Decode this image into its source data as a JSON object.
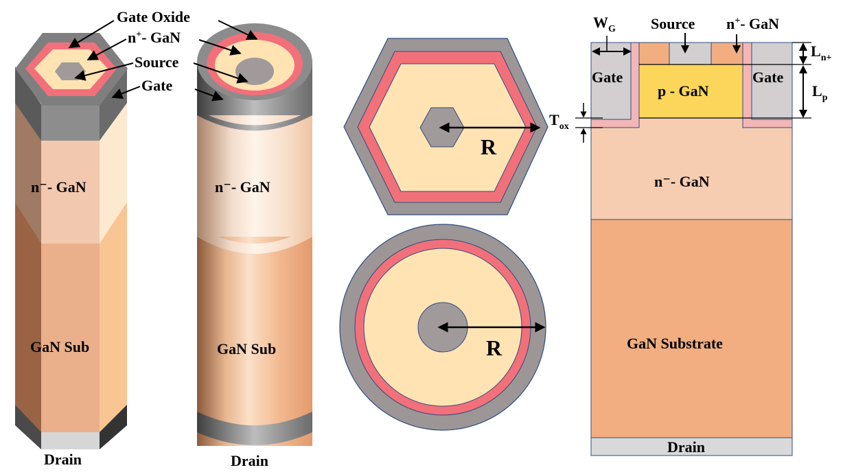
{
  "labels": {
    "gate_oxide": "Gate Oxide",
    "n_plus_gan": "- GaN",
    "n_plus_prefix": "n",
    "n_plus_sup": "+",
    "source": "Source",
    "gate": "Gate",
    "n_minus_gan_hex": "n⁻- GaN",
    "n_minus_gan_cyl": "n⁻- GaN",
    "gan_sub_hex": "GaN Sub",
    "gan_sub_cyl": "GaN Sub",
    "drain_hex": "Drain",
    "drain_cyl": "Drain",
    "radius_hex": "R",
    "radius_circle": "R",
    "cs_wg": "W",
    "cs_wg_sub": "G",
    "cs_source": "Source",
    "cs_nplus_prefix": "n",
    "cs_nplus_sup": "+",
    "cs_nplus_rest": "- GaN",
    "cs_gate_left": "Gate",
    "cs_gate_right": "Gate",
    "cs_pgan": "p - GaN",
    "cs_ln_main": "L",
    "cs_ln_sub": "n+",
    "cs_lp_main": "L",
    "cs_lp_sub": "p",
    "cs_tox_main": "T",
    "cs_tox_sub": "ox",
    "cs_nminus": "n⁻- GaN",
    "cs_substrate": "GaN Substrate",
    "cs_drain": "Drain"
  },
  "colors": {
    "gate_gray": "#9c9696",
    "oxide_pink": "#f2707a",
    "nplus_tan": "#ffe3b3",
    "source_gray": "#a09a9a",
    "nminus": "#f6cdb1",
    "substrate": "#f2ae80",
    "pgan": "#fbd65a",
    "drain_gray": "#d9d9d9",
    "outline": "#2f4b7c"
  }
}
